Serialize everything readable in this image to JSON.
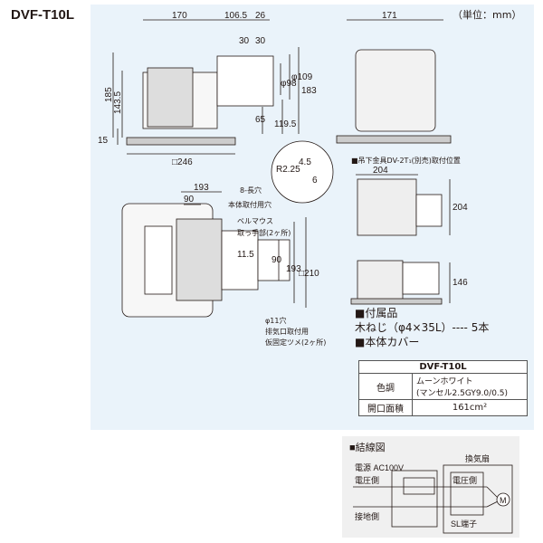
{
  "title": "DVF-T10L",
  "unit": "（単位：mm）",
  "side_view": {
    "dims": [
      "170",
      "106.5",
      "26",
      "30",
      "30",
      "185",
      "143.5",
      "15",
      "65",
      "119.5",
      "φ98",
      "φ109",
      "183",
      "□246"
    ]
  },
  "front_view": {
    "dims": [
      "171"
    ]
  },
  "detail": {
    "dims": [
      "R2.25",
      "4.5",
      "6"
    ]
  },
  "top_view": {
    "dims": [
      "193",
      "90",
      "11.5",
      "90",
      "193",
      "□210"
    ],
    "labels": [
      "8-長穴",
      "本体取付用穴",
      "ベルマウス",
      "取っ手部(2ヶ所)",
      "φ11穴",
      "排気口取付用",
      "仮固定ツメ(2ヶ所)"
    ]
  },
  "hanger": {
    "heading": "■吊下金具DV-2T₁(別売)取付位置",
    "dims": [
      "204",
      "204",
      "146"
    ]
  },
  "accessories": {
    "heading": "■付属品",
    "item": "木ねじ（φ4×35L）---- 5本"
  },
  "cover": {
    "heading": "■本体カバー",
    "model": "DVF-T10L",
    "color_label": "色調",
    "color_value": "ムーンホワイト",
    "color_sub": "(マンセル2.5GY9.0/0.5)",
    "area_label": "開口面積",
    "area_value": "161cm²"
  },
  "wiring": {
    "heading": "■結線図",
    "power": "電源 AC100V",
    "fan": "換気扇",
    "live": "電圧側",
    "ground": "接地側",
    "fan_live": "電圧側",
    "motor": "M",
    "terminal": "SL端子"
  }
}
